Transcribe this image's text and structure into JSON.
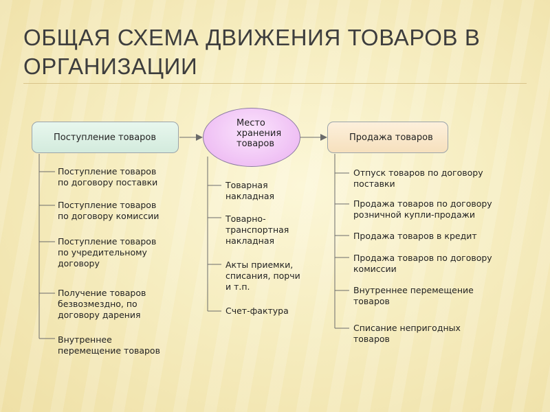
{
  "slide": {
    "title": "ОБЩАЯ СХЕМА ДВИЖЕНИЯ ТОВАРОВ В ОРГАНИЗАЦИИ"
  },
  "diagram": {
    "incoming": {
      "label": "Поступление товаров",
      "items": [
        "Поступление товаров\nпо договору поставки",
        "Поступление товаров\nпо договору комиссии",
        "Поступление товаров\nпо учредительному\nдоговору",
        "Получение товаров\nбезвозмездно, по\nдоговору дарения",
        "Внутреннее\nперемещение товаров"
      ]
    },
    "storage": {
      "label": "Место\nхранения\nтоваров",
      "items": [
        "Товарная\nнакладная",
        "Товарно-\nтранспортная\nнакладная",
        "Акты приемки,\nсписания, порчи\nи т.п.",
        "Счет-фактура"
      ]
    },
    "outgoing": {
      "label": "Продажа товаров",
      "items": [
        "Отпуск товаров по договору\nпоставки",
        "Продажа товаров по договору\nрозничной купли-продажи",
        "Продажа товаров в кредит",
        "Продажа товаров по договору\nкомиссии",
        "Внутреннее перемещение\nтоваров",
        "Списание непригодных\nтоваров"
      ]
    }
  },
  "colors": {
    "background": "#f6edc0",
    "incoming_fill": "#dcf0e4",
    "storage_fill": "#efc0f4",
    "outgoing_fill": "#f8e5c6",
    "line": "#6a6a6a"
  }
}
